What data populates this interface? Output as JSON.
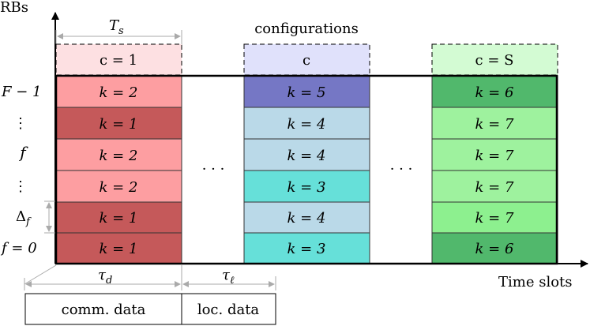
{
  "axes": {
    "y_label": "RBs",
    "x_label": "Time slots",
    "y_ticks": [
      "F − 1",
      "⋮",
      "f",
      "⋮",
      "Δ",
      "f = 0"
    ],
    "y_tick_sub": "f"
  },
  "labels": {
    "ts": "T",
    "ts_sub": "s",
    "configurations": "configurations",
    "ellipsis": "· · ·",
    "tau_d": "τ",
    "tau_d_sub": "d",
    "tau_l": "τ",
    "tau_l_sub": "ℓ"
  },
  "columns": [
    {
      "header": "c = 1",
      "header_fill": "#fde0e2",
      "cells": [
        {
          "text": "k = 2",
          "fill": "#fd9ea1"
        },
        {
          "text": "k = 1",
          "fill": "#c5595a"
        },
        {
          "text": "k = 2",
          "fill": "#fd9ea1"
        },
        {
          "text": "k = 2",
          "fill": "#fd9ea1"
        },
        {
          "text": "k = 1",
          "fill": "#c5595a"
        },
        {
          "text": "k = 1",
          "fill": "#c5595a"
        }
      ]
    },
    {
      "header": "c",
      "header_fill": "#e0e1fb",
      "cells": [
        {
          "text": "k = 5",
          "fill": "#7577c5"
        },
        {
          "text": "k = 4",
          "fill": "#bad9e8"
        },
        {
          "text": "k = 4",
          "fill": "#bad9e8"
        },
        {
          "text": "k = 3",
          "fill": "#66e0d9"
        },
        {
          "text": "k = 4",
          "fill": "#bad9e8"
        },
        {
          "text": "k = 3",
          "fill": "#66e0d9"
        }
      ]
    },
    {
      "header": "c = S",
      "header_fill": "#d3fbd3",
      "cells": [
        {
          "text": "k = 6",
          "fill": "#51b86c"
        },
        {
          "text": "k = 7",
          "fill": "#9ef29e"
        },
        {
          "text": "k = 7",
          "fill": "#9ef29e"
        },
        {
          "text": "k = 7",
          "fill": "#9ef29e"
        },
        {
          "text": "k = 7",
          "fill": "#8df08f"
        },
        {
          "text": "k = 6",
          "fill": "#51b86c"
        }
      ]
    }
  ],
  "bottom_boxes": [
    "comm. data",
    "loc. data"
  ]
}
